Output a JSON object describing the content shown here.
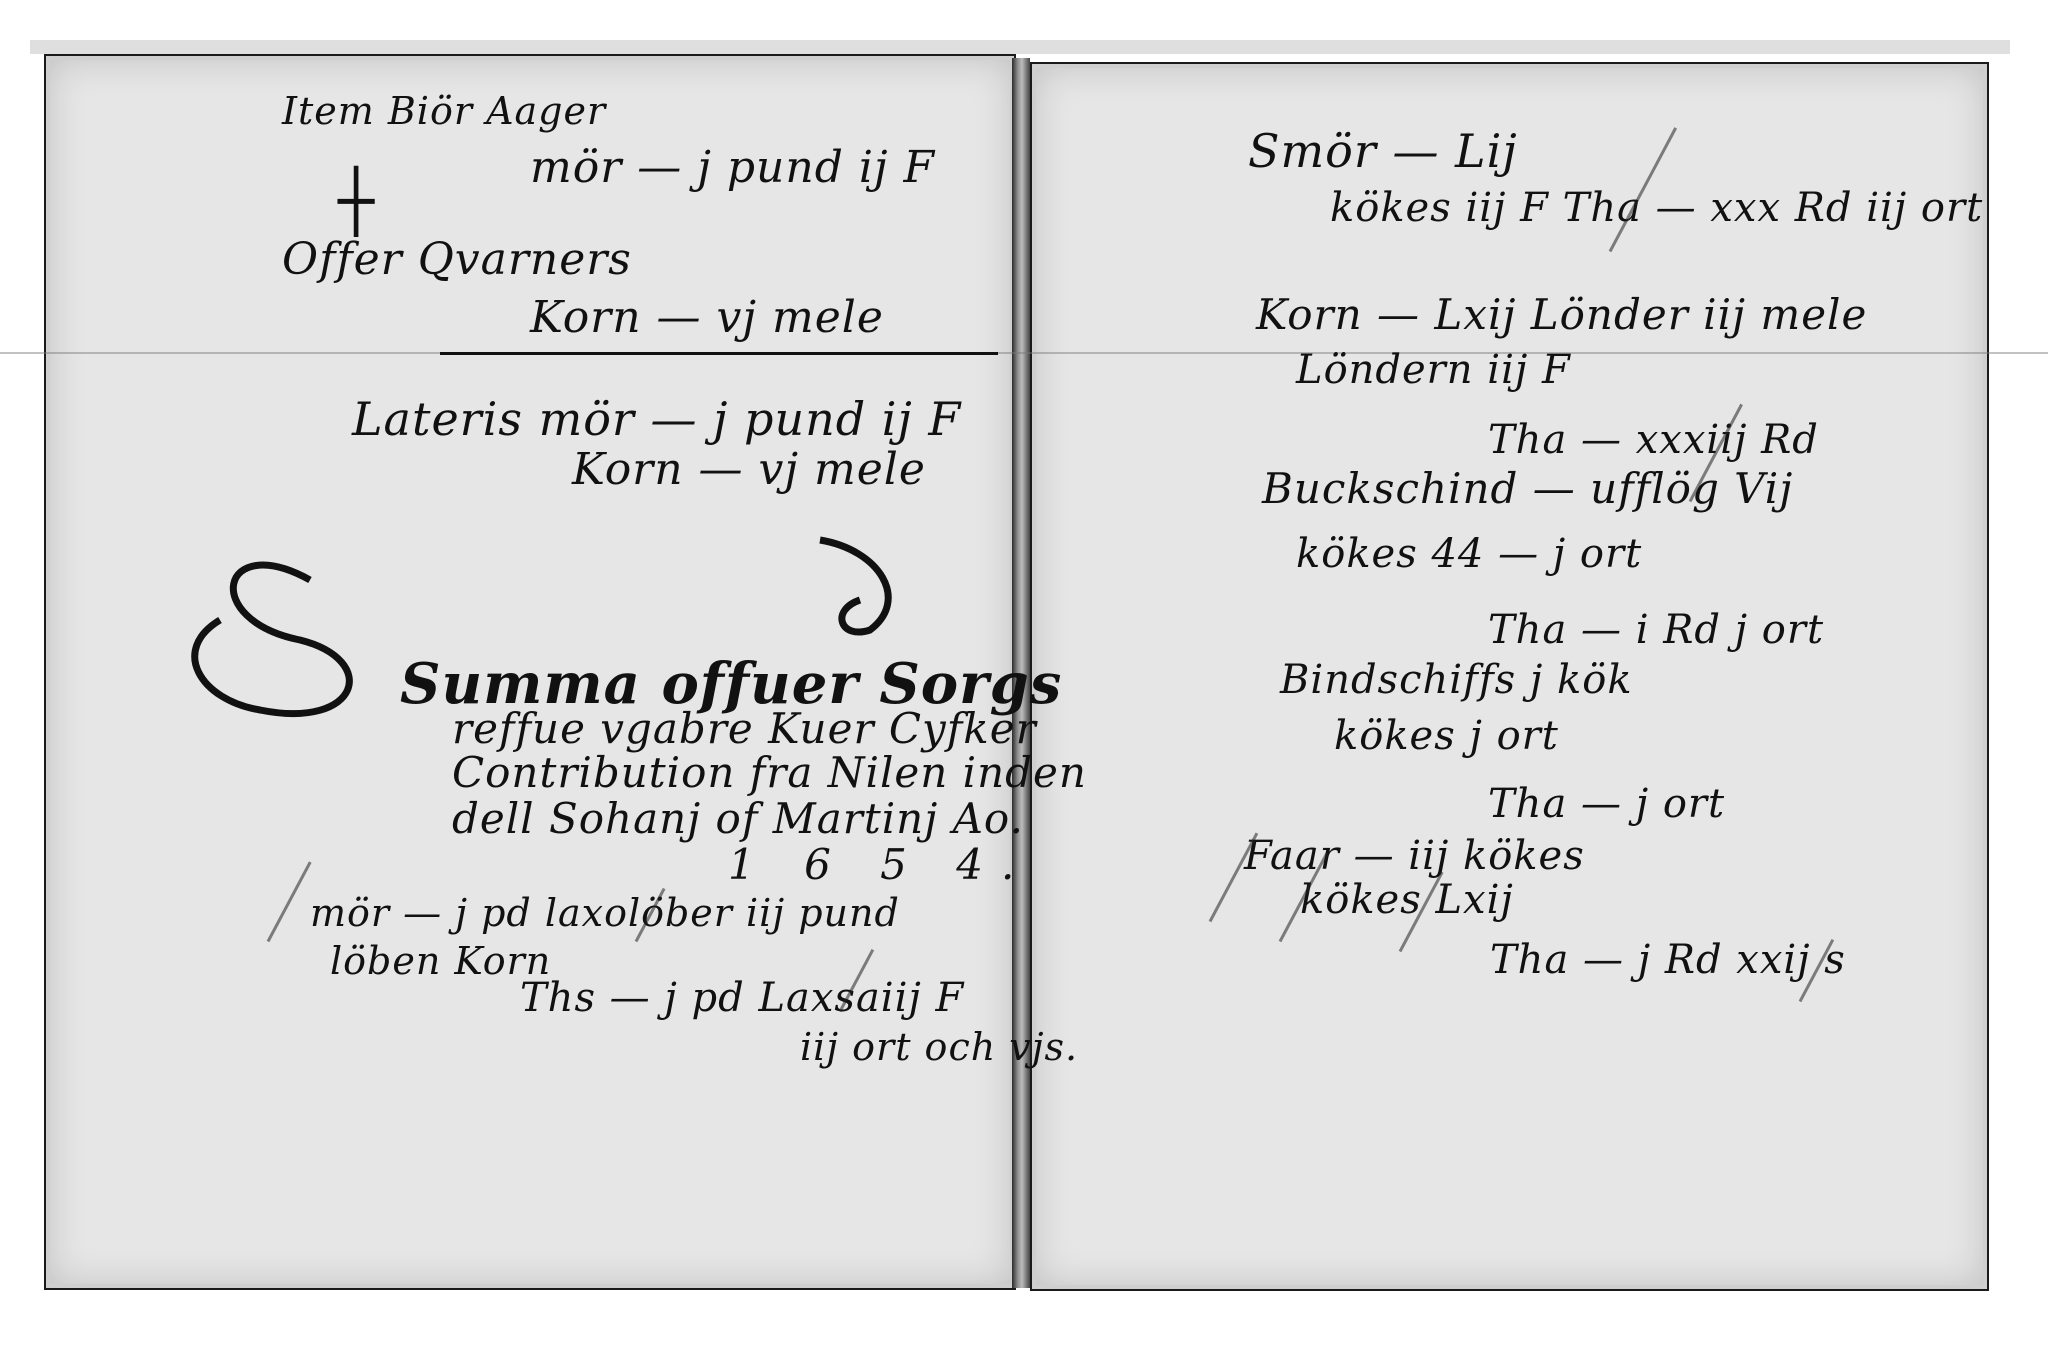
{
  "left_page": {
    "lines": [
      "Item Biör Aager",
      "mör — j pund ij F",
      "Offer Qvarners",
      "Korn — vj mele",
      "Lateris  mör — j pund ij F",
      "Korn — vj mele",
      "Summa offuer Sorgs",
      "reffue vgabre Kuer Cyfker",
      "Contribution fra Nilen inden",
      "dell Sohanj of Martinj Ao.",
      "1 6 5 4.",
      "mör — j pd laxolöber iij pund",
      "löben Korn",
      "Ths — j pd Laxsaiij F",
      "iij ort och vjs."
    ]
  },
  "right_page": {
    "lines": [
      "Smör — Lij",
      "kökes iij F  Tha — xxx Rd iij ort",
      "Korn — Lxij Lönder iij mele",
      "Löndern iij F",
      "Tha — xxxiij Rd",
      "Buckschind — ufflög Vij",
      "kökes 44 — j ort",
      "Tha — i Rd j ort",
      "Bindschiffs j kök",
      "kökes j ort",
      "Tha — j ort",
      "Faar — iij kökes",
      "kökes Lxij",
      "Tha — j Rd xxij s"
    ]
  }
}
